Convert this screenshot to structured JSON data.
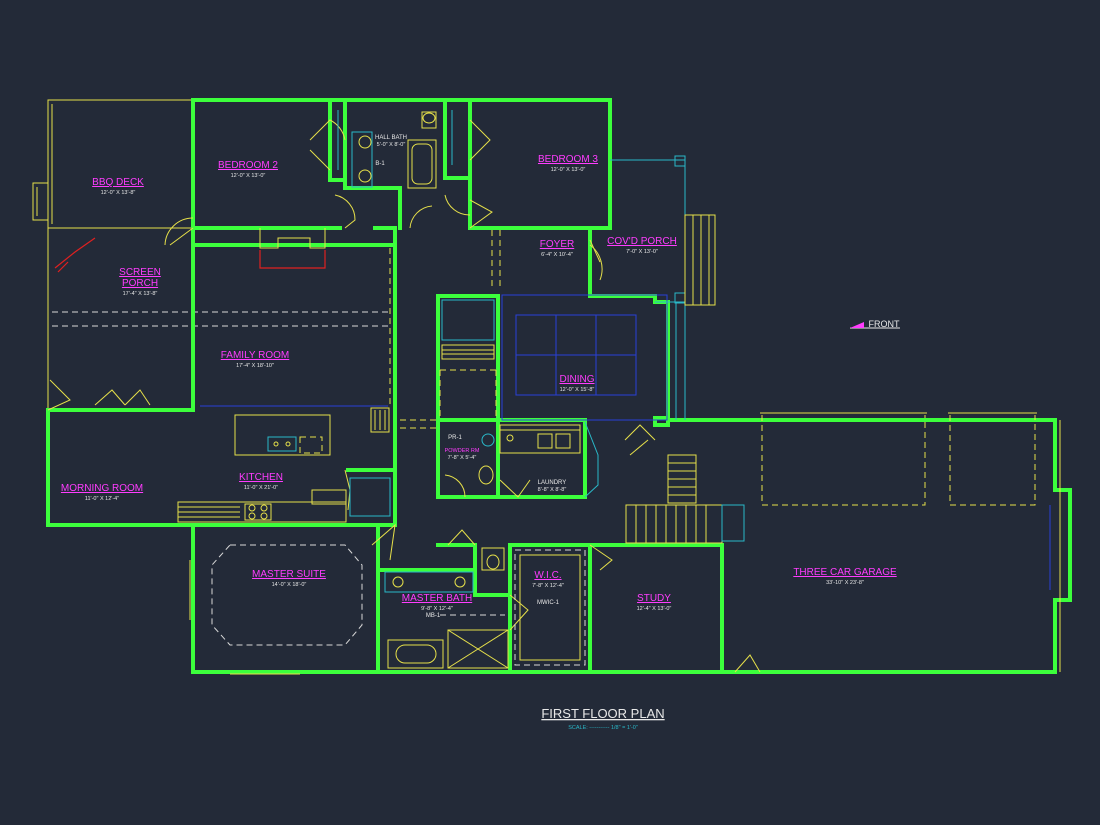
{
  "plan": {
    "title": "FIRST FLOOR PLAN",
    "scale": "SCALE: ----------- 1/8\" = 1'-0\"",
    "front_label": "FRONT",
    "rooms": {
      "bbq_deck": {
        "name": "BBQ DECK",
        "dim": "12'-0\" X 13'-8\""
      },
      "bedroom_2": {
        "name": "BEDROOM 2",
        "dim": "12'-0\" X 13'-0\""
      },
      "bedroom_3": {
        "name": "BEDROOM 3",
        "dim": "12'-0\" X 13'-0\""
      },
      "hall_bath": {
        "name": "HALL BATH",
        "dim": "5'-0\" X 8'-0\"",
        "code": "B-1"
      },
      "screen_porch": {
        "name1": "SCREEN",
        "name2": "PORCH",
        "dim": "17'-4\" X 13'-8\""
      },
      "family_room": {
        "name": "FAMILY ROOM",
        "dim": "17'-4\" X 18'-10\""
      },
      "foyer": {
        "name": "FOYER",
        "dim": "6'-4\" X 10'-4\""
      },
      "covd_porch": {
        "name": "COV'D PORCH",
        "dim": "7'-0\" X 13'-0\""
      },
      "dining": {
        "name": "DINING",
        "dim": "12'-0\" X 15'-8\""
      },
      "powder_rm": {
        "name": "POWDER RM",
        "dim": "7'-8\" X 5'-4\"",
        "code": "PR-1"
      },
      "laundry": {
        "name": "LAUNDRY",
        "dim": "8'-8\" X 8'-8\""
      },
      "morning_room": {
        "name": "MORNING ROOM",
        "dim": "11'-0\" X 12'-4\""
      },
      "kitchen": {
        "name": "KITCHEN",
        "dim": "11'-0\" X 21'-0\""
      },
      "master_suite": {
        "name": "MASTER SUITE",
        "dim": "14'-0\" X 18'-0\""
      },
      "master_bath": {
        "name": "MASTER BATH",
        "dim": "9'-8\" X 12'-4\"",
        "code": "MB-1"
      },
      "wic": {
        "name": "W.I.C.",
        "dim": "7'-8\" X 12'-4\"",
        "code": "MWIC-1"
      },
      "study": {
        "name": "STUDY",
        "dim": "12'-4\" X 13'-0\""
      },
      "garage": {
        "name": "THREE CAR GARAGE",
        "dim": "33'-10\" X 23'-8\""
      }
    }
  },
  "colors": {
    "background": "#232a38",
    "walls": "#3cff3c",
    "room_labels": "#ff3cff",
    "fixtures": "#e6e04a",
    "porch_lines": "#2ab8c8"
  }
}
